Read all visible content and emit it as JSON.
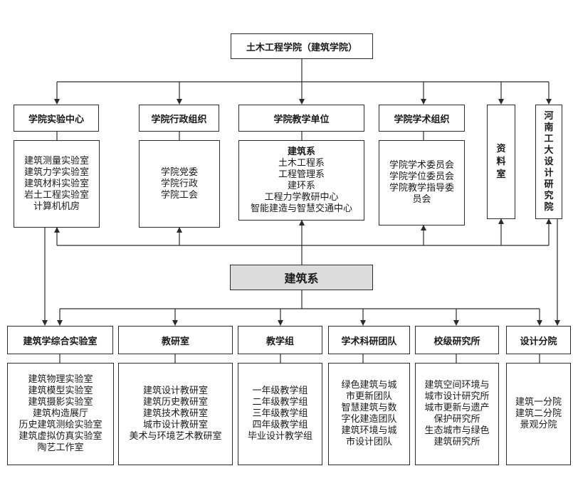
{
  "root": "土木工程学院（建筑学院）",
  "center": "建筑系",
  "top_headers": [
    "学院实验中心",
    "学院行政组织",
    "学院教学单位",
    "学院学术组织"
  ],
  "top_bodies": [
    [
      "建筑测量实验室",
      "建筑力学实验室",
      "建筑材料实验室",
      "岩土工程实验室",
      "计算机机房"
    ],
    [
      "学院党委",
      "学院行政",
      "学院工会"
    ],
    [
      "建筑系",
      "土木工程系",
      "工程管理系",
      "建环系",
      "工程力学教研中心",
      "智能建造与智慧交通中心"
    ],
    [
      "学院学术委员会",
      "学院学位委员会",
      "学院教学指导委",
      "员会"
    ]
  ],
  "top_vertical": [
    [
      "资",
      "料",
      "室"
    ],
    [
      "河",
      "南",
      "工",
      "大",
      "设",
      "计",
      "研",
      "究",
      "院"
    ]
  ],
  "bottom_headers": [
    "建筑学综合实验室",
    "教研室",
    "教学组",
    "学术科研团队",
    "校级研究所",
    "设计分院"
  ],
  "bottom_bodies": [
    [
      "建筑物理实验室",
      "建筑模型实验室",
      "建筑摄影实验室",
      "建筑构造展厅",
      "历史建筑测绘实验室",
      "建筑虚拟仿真实验室",
      "陶艺工作室"
    ],
    [
      "建筑设计教研室",
      "建筑历史教研室",
      "建筑技术教研室",
      "城市设计教研室",
      "美术与环境艺术教研室"
    ],
    [
      "一年级教学组",
      "二年级教学组",
      "三年级教学组",
      "四年级教学组",
      "毕业设计教学组"
    ],
    [
      "绿色建筑与城",
      "市更新团队",
      "智慧建筑与数",
      "字化建造团队",
      "建筑环境与城",
      "市设计团队"
    ],
    [
      "建筑空间环境与",
      "城市设计研究所",
      "城市更新与遗产",
      "保护研究所",
      "生态城市与绿色",
      "建筑研究所"
    ],
    [
      "建筑一分院",
      "建筑二分院",
      "景观分院"
    ]
  ]
}
